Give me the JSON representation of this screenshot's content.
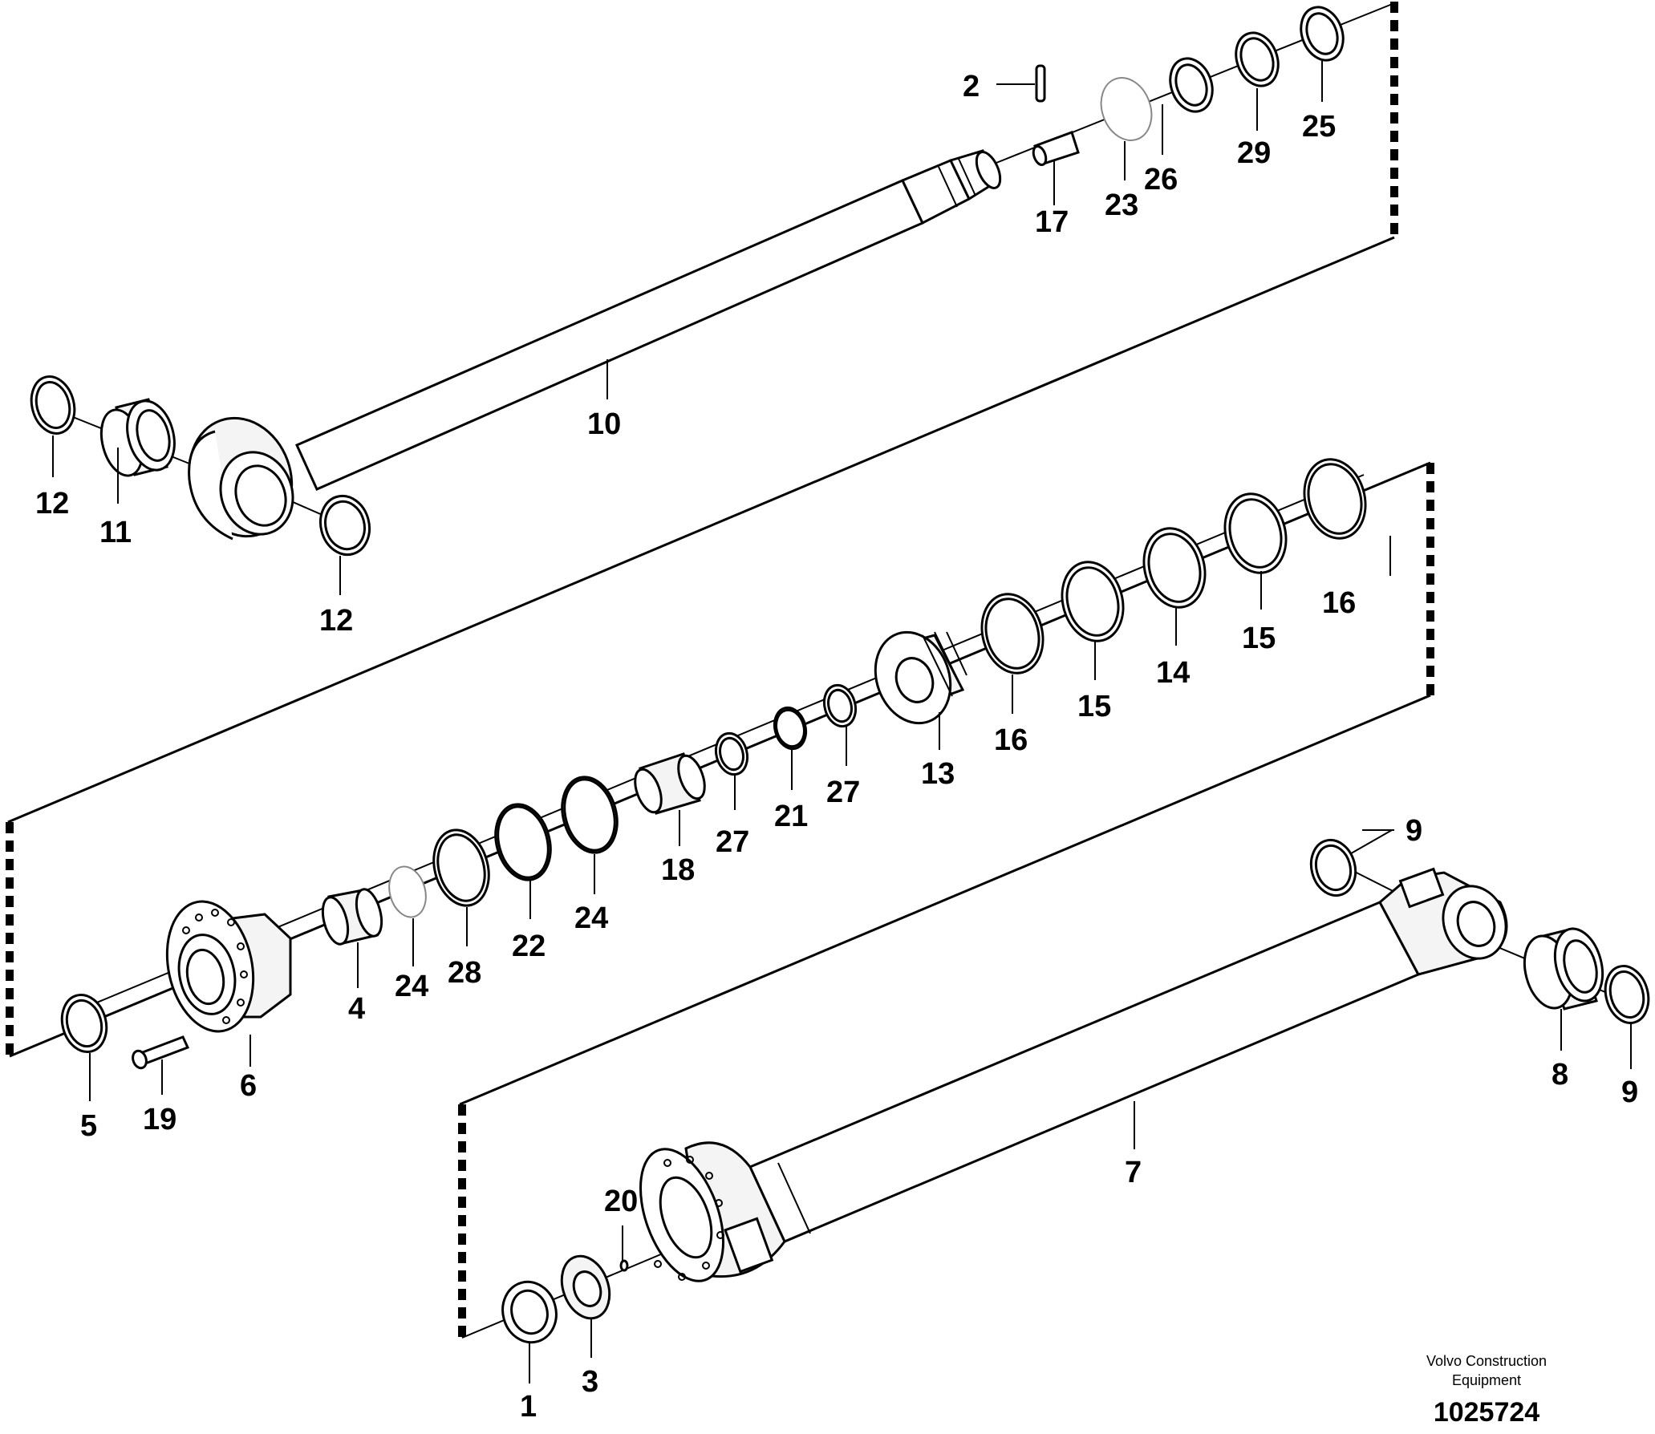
{
  "diagram": {
    "labels": {
      "l1": "1",
      "l2": "2",
      "l3": "3",
      "l4": "4",
      "l5": "5",
      "l6": "6",
      "l7": "7",
      "l8": "8",
      "l9a": "9",
      "l9b": "9",
      "l10": "10",
      "l11": "11",
      "l12a": "12",
      "l12b": "12",
      "l13": "13",
      "l14": "14",
      "l15a": "15",
      "l15b": "15",
      "l16a": "16",
      "l16b": "16",
      "l17": "17",
      "l18": "18",
      "l19": "19",
      "l20": "20",
      "l21": "21",
      "l22": "22",
      "l23": "23",
      "l24a": "24",
      "l24b": "24",
      "l25": "25",
      "l26": "26",
      "l27a": "27",
      "l27b": "27",
      "l28": "28",
      "l29": "29"
    },
    "footer": {
      "company_line1": "Volvo Construction",
      "company_line2": "Equipment",
      "doc_number": "1025724"
    }
  }
}
